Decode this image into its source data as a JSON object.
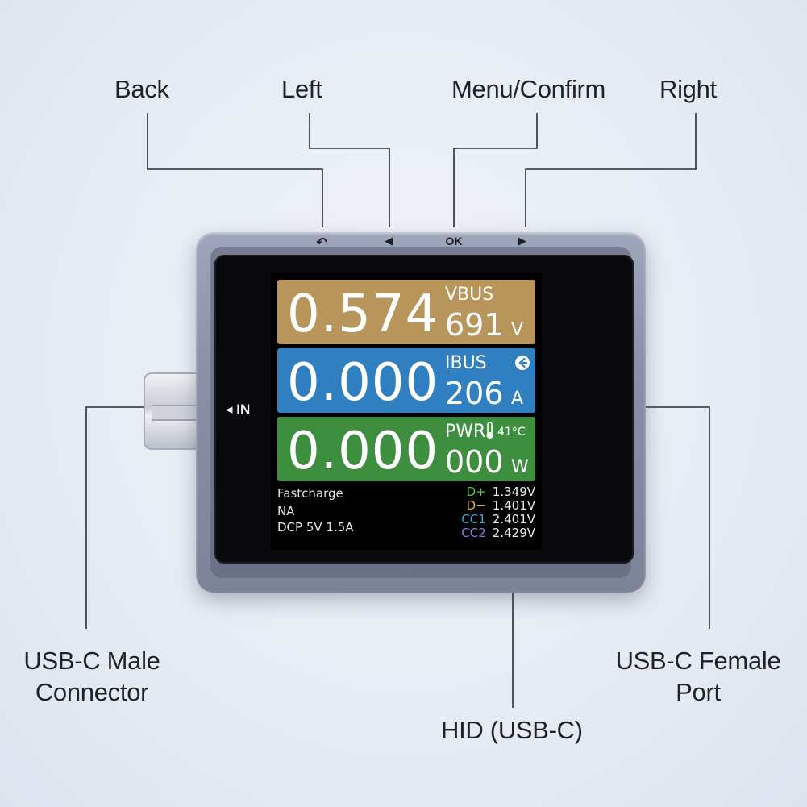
{
  "callouts": {
    "back": "Back",
    "left": "Left",
    "menu_confirm": "Menu/Confirm",
    "right": "Right",
    "usbc_male_line1": "USB-C Male",
    "usbc_male_line2": "Connector",
    "usbc_female_line1": "USB-C Female",
    "usbc_female_line2": "Port",
    "hid": "HID (USB-C)"
  },
  "device": {
    "button_labels": {
      "back": "↶",
      "left": "◀",
      "ok": "OK",
      "right": "▶"
    },
    "in_label": "◂ IN",
    "screen": {
      "vbus": {
        "big": "0.574",
        "tag": "VBUS",
        "small": "691",
        "unit": "V",
        "color": "#b8955a"
      },
      "ibus": {
        "big": "0.000",
        "tag": "IBUS",
        "small": "206",
        "unit": "A",
        "color": "#2f7fc1",
        "icon": "arrow-left-circle-icon"
      },
      "pwr": {
        "big": "0.000",
        "tag": "PWR",
        "small": "000",
        "unit": "W",
        "color": "#3d8f3f",
        "temp": "41°C",
        "icon": "thermometer-icon"
      },
      "fastcharge_label": "Fastcharge",
      "protocol": "NA",
      "mode": "DCP 5V  1.5A",
      "lines": [
        {
          "name": "D+",
          "value": "1.349V",
          "color": "#57c44a"
        },
        {
          "name": "D−",
          "value": "1.401V",
          "color": "#e0b43a"
        },
        {
          "name": "CC1",
          "value": "2.401V",
          "color": "#35a6e0"
        },
        {
          "name": "CC2",
          "value": "2.429V",
          "color": "#8b77e6"
        }
      ]
    }
  }
}
